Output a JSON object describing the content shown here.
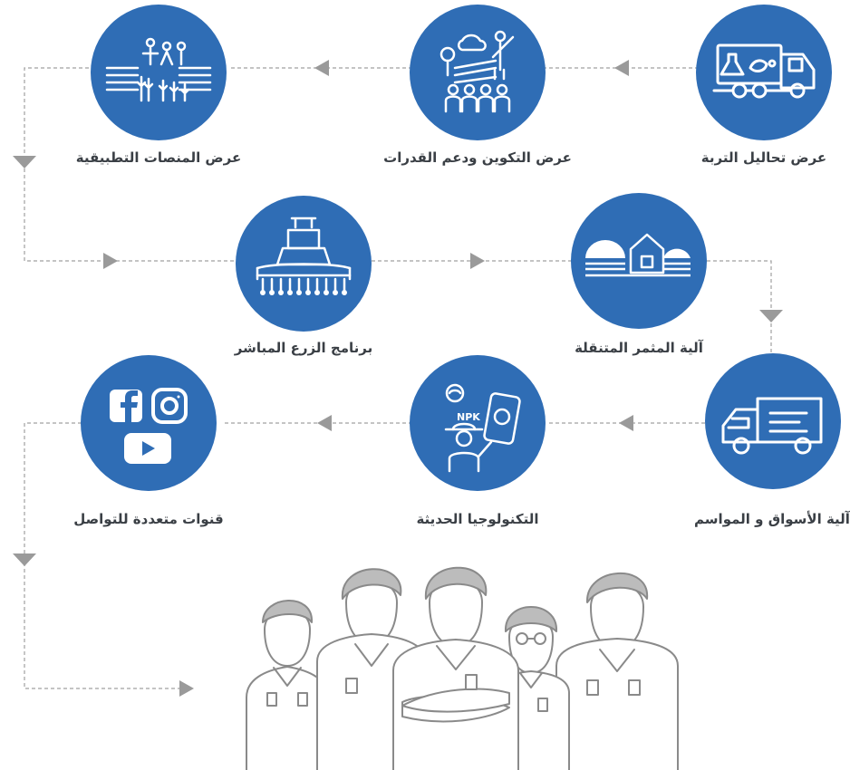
{
  "steps": [
    {
      "id": "soil",
      "label": "عرض تحاليل التربة",
      "icon": "lab-truck-icon"
    },
    {
      "id": "training",
      "label": "عرض التكوين ودعم القدرات",
      "icon": "training-group-icon"
    },
    {
      "id": "platforms",
      "label": "عرض المنصات التطبيقية",
      "icon": "demo-field-icon"
    },
    {
      "id": "direct_seeding",
      "label": "برنامج الزرع المباشر",
      "icon": "seeder-machine-icon"
    },
    {
      "id": "mobile_fertilizer",
      "label": "آلية المثمر المتنقلة",
      "icon": "storage-silo-icon"
    },
    {
      "id": "markets",
      "label": "آلية الأسواق و المواسم",
      "icon": "delivery-truck-icon"
    },
    {
      "id": "technology",
      "label": "التكنولوجيا الحديثة",
      "icon": "farmer-phone-icon",
      "badge": "NPK"
    },
    {
      "id": "channels",
      "label": "قنوات متعددة للتواصل",
      "icon": "social-media-icon"
    }
  ],
  "team": {
    "icon": "team-people-icon"
  },
  "colors": {
    "accent": "#2f6db5",
    "connector": "#9a9a9a",
    "text": "#3a3f45"
  }
}
